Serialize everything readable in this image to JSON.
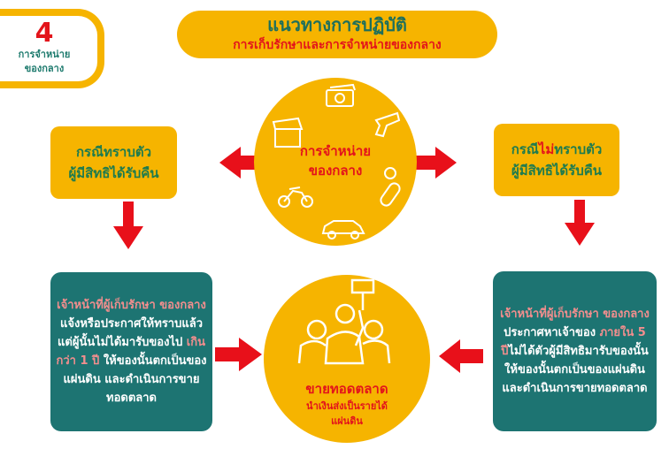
{
  "badge": {
    "number": "4",
    "line1": "การจำหน่าย",
    "line2": "ของกลาง"
  },
  "title": {
    "main": "แนวทางการปฏิบัติ",
    "sub": "การเก็บรักษาและการจำหน่ายของกลาง"
  },
  "center_top": {
    "line1": "การจำหน่าย",
    "line2": "ของกลาง",
    "icons": [
      "money-icon",
      "gun-icon",
      "treasure-chest-icon",
      "pills-icon",
      "motorcycle-icon",
      "car-icon"
    ]
  },
  "left_case": {
    "line1": "กรณีทราบตัว",
    "line2": "ผู้มีสิทธิได้รับคืน"
  },
  "right_case": {
    "line1_a": "กรณี",
    "line1_b": "ไม่",
    "line1_c": "ทราบตัว",
    "line2": "ผู้มีสิทธิได้รับคืน"
  },
  "left_detail": {
    "h1": "เจ้าหน้าที่ผู้เก็บรักษา",
    "h2": "ของกลาง",
    "t1": " แจ้งหรือประกาศให้ทราบแล้ว แต่ผู้นั้นไม่ได้มารับของไป ",
    "h3": "เกินกว่า 1 ปี",
    "t2": " ให้ของนั้นตกเป็นของแผ่นดิน และดำเนินการขายทอดตลาด"
  },
  "right_detail": {
    "h1": "เจ้าหน้าที่ผู้เก็บรักษา",
    "h2": "ของกลาง",
    "t1": " ประกาศหาเจ้าของ ",
    "h3": "ภายใน 5 ปี",
    "t2": "ไม่ได้ตัวผู้มีสิทธิมารับของนั้น ให้ของนั้นตกเป็นของแผ่นดิน และดำเนินการขายทอดตลาด"
  },
  "center_bottom": {
    "line1": "ขายทอดตลาด",
    "line2": "นำเงินส่งเป็นรายได้",
    "line3": "แผ่นดิน",
    "icon": "auction-icon"
  },
  "colors": {
    "orange": "#F6B400",
    "teal": "#1D7472",
    "red": "#E3141B",
    "green": "#1E7B4E",
    "pink": "#F28E8E"
  }
}
